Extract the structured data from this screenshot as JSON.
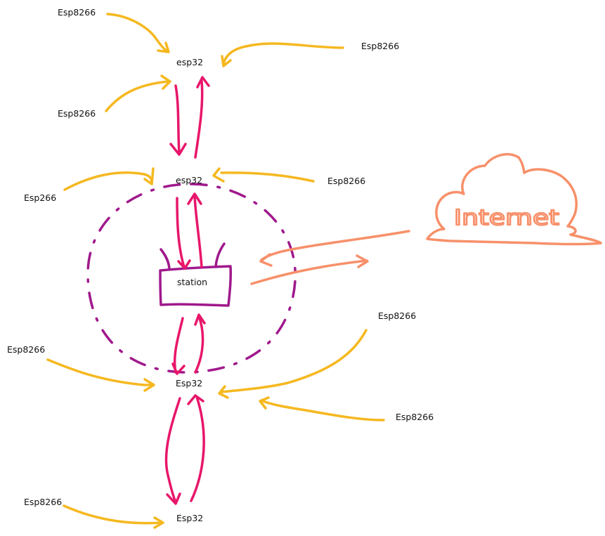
{
  "colors": {
    "yellow": "#f5b820",
    "pink": "#e8166a",
    "purple": "#a0198c",
    "orange": "#f7906a"
  },
  "nodes": {
    "esp32_top": "esp32",
    "esp32_mid": "esp32",
    "station": "station",
    "esp32_low": "Esp32",
    "esp32_bottom": "Esp32"
  },
  "leaves": {
    "l1": "Esp8266",
    "l2": "Esp8266",
    "l3": "Esp8266",
    "l4": "Esp266",
    "l5": "Esp8266",
    "l6": "Esp8266",
    "l7": "Esp8266",
    "l8": "Esp8266",
    "l9": "Esp8266"
  },
  "cloud": {
    "label": "Internet"
  }
}
